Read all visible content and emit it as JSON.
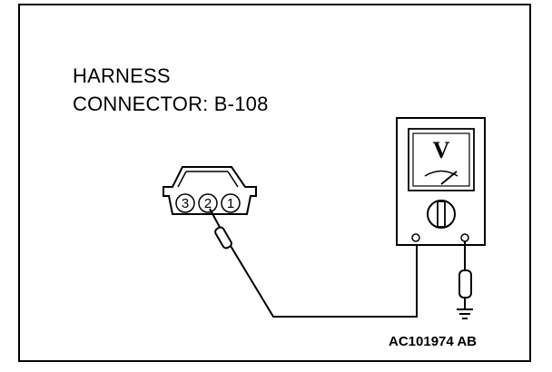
{
  "labels": {
    "title_line_1": "HARNESS",
    "title_line_2": "CONNECTOR: B-108",
    "figure_code": "AC101974 AB"
  },
  "connector": {
    "pins": [
      "3",
      "2",
      "1"
    ]
  },
  "meter": {
    "dial_symbol": "V"
  },
  "icons": {
    "meter": "voltmeter-icon",
    "ground": "ground-icon",
    "probe": "probe-icon",
    "connector": "harness-connector-icon"
  }
}
